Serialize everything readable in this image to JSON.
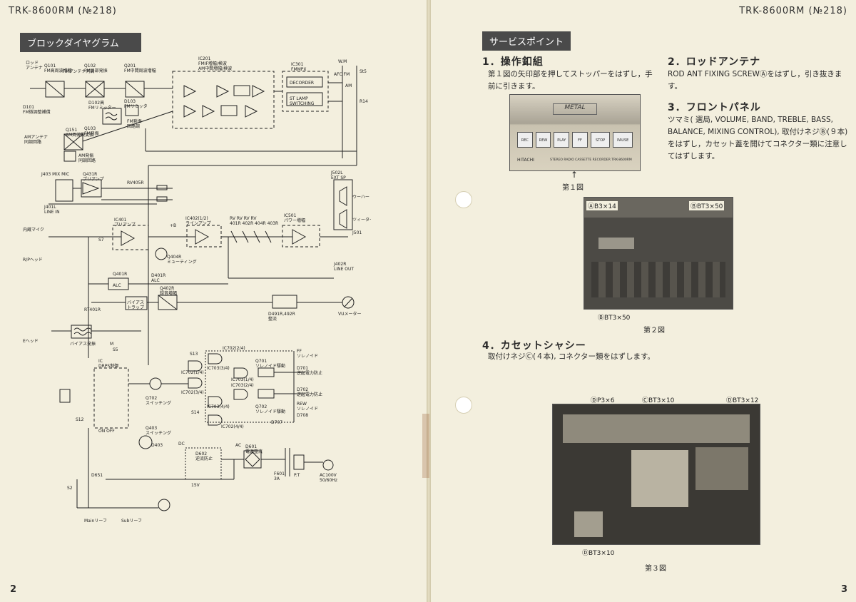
{
  "header": {
    "left": "TRK-8600RM (№218)",
    "right": "TRK-8600RM (№218)"
  },
  "left_page": {
    "page_number": "2",
    "section_title": "ブロックダイヤグラム",
    "labels": {
      "antenna": "ロッド\nアンテナ",
      "q101": "Q101\nFM高周波増幅",
      "q101b": "FMアンテナ同調",
      "q102": "Q102\nFM局部発振",
      "q201": "Q201\nFM中間周波増幅",
      "ic201": "IC201\nFMIF増幅/検波\nAM中間増幅/検波",
      "ic301": "IC301\nFMMPX",
      "decorder": "DECORDER",
      "stlamp": "ST LAMP\nSWITCHING",
      "d101": "D101\nFM微調整補償",
      "d102": "D102高\nFMリミッター",
      "d103": "D103\nFMリミッタ",
      "q103": "Q103\nFM発振",
      "q151": "Q151\nAM周波数変換",
      "am_ant": "AMアンテナ\n同調回路",
      "am_osc": "AM発振\n同調回路",
      "fm_osc": "FM発振\n回路調",
      "wm": "W.M",
      "afc_fm": "AFC FM",
      "am": "AM",
      "st5": "St5",
      "r14": "R14",
      "j403": "J403 MIX MIC",
      "q431r": "Q431R\nプリアンプ",
      "rv405r": "RV405R",
      "j401l": "J401L\nLINE IN",
      "j502l": "J502L\nEXT SP",
      "woofer": "ウーハー",
      "tweeter": "ツィーター",
      "mic": "内蔵マイク",
      "ic401": "IC401\nプリアンプ",
      "ic402": "IC402(1/2)\nラインアンプ",
      "rv": "RV RV RV RV\n401R 402R 404R 403R",
      "ic501": "IC501\nパワー増幅",
      "j501": "J501",
      "j402r": "J402R\nLINE OUT",
      "rp_head": "R/Pヘッド",
      "s7": "S7",
      "q404r": "Q404R\nミューティング",
      "q401r": "Q401R",
      "alc": "ALC",
      "d401r": "D401R\nALC",
      "q402r": "Q402R\n録音増幅",
      "rt401r": "RT401R",
      "bias_trap": "バイアス\nトラップ",
      "d491r": "D491R,492R\n整流",
      "vu": "VUメーター",
      "e_head": "Eヘッド",
      "bias_osc": "バイアス発振",
      "s5": "S5",
      "ic_drps": "IC\nDRPS制御",
      "q702": "Q702\nスイッチング",
      "s13": "S13",
      "ic702_2": "IC702(2/4)",
      "ic702_1": "IC702(1/4)",
      "ic702_3": "IC702(3/4)",
      "ic703_3": "IC703(3/4)",
      "ic703_1": "IC703(1/4)",
      "ic703_2": "IC703(2/4)",
      "ic703_4": "IC703(4/4)",
      "q701": "Q701\nソレノイド駆動",
      "d701": "D701\n逆起電力防止",
      "d702": "D702\n逆起電力防止",
      "ff": "FF\nソレノイド",
      "rew": "REW\nソレノイド",
      "q702b": "Q702\nソレノイド駆動",
      "d708": "D708",
      "d707": "D707",
      "s14": "S14",
      "ic702_4": "IC702(4/4)",
      "s12": "S12",
      "on_off": "ON OFF",
      "q403": "Q403\nスイッチング",
      "d403": "D403",
      "dc": "DC",
      "d602": "D602\n逆流防止",
      "ac": "AC",
      "d601": "D601\n電源整流",
      "f601": "F601\n3A",
      "pt": "P.T",
      "ac100": "AC100V\n50/60Hz",
      "v15": "15V",
      "d651": "D651",
      "s2": "S2",
      "main_reel": "Mainリーフ",
      "sub_reel": "Subリーフ",
      "plus_b": "+B",
      "m": "M"
    }
  },
  "right_page": {
    "page_number": "3",
    "section_title": "サービスポイント",
    "sections": [
      {
        "title": "1．操作釦組",
        "body": "第１図の矢印部を押してストッパーをはずし，手前に引きます。"
      },
      {
        "title": "2．ロッドアンテナ",
        "body": "ROD ANT FIXING SCREWⒶをはずし，引き抜きます。"
      },
      {
        "title": "3．フロントパネル",
        "body": "ツマミ( 選局, VOLUME, BAND, TREBLE, BASS, BALANCE, MIXING CONTROL), 取付けネジⒷ(９本)をはずし，カセット蓋を開けてコネクター類に注意してはずします。"
      },
      {
        "title": "4．カセットシャシー",
        "body": "取付けネジⒸ(４本), コネクター類をはずします。"
      }
    ],
    "fig1": {
      "caption": "第１図",
      "panel_label": "METAL",
      "brand": "HITACHI",
      "model_line": "STEREO RADIO CASSETTE RECORDER TRK-8600RM",
      "keys": [
        "REC",
        "REW",
        "PLAY",
        "FF",
        "STOP",
        "PAUSE"
      ]
    },
    "fig2": {
      "caption": "第２図",
      "tag_a": "ⒶB3×14",
      "tag_b_top": "ⒷBT3×50",
      "tag_b_bottom": "ⒷBT3×50"
    },
    "fig3": {
      "caption": "第３図",
      "tag_p3": "ⒹP3×6",
      "tag_c": "ⒸBT3×10",
      "tag_d12": "ⒹBT3×12",
      "tag_d10": "ⒹBT3×10"
    }
  }
}
